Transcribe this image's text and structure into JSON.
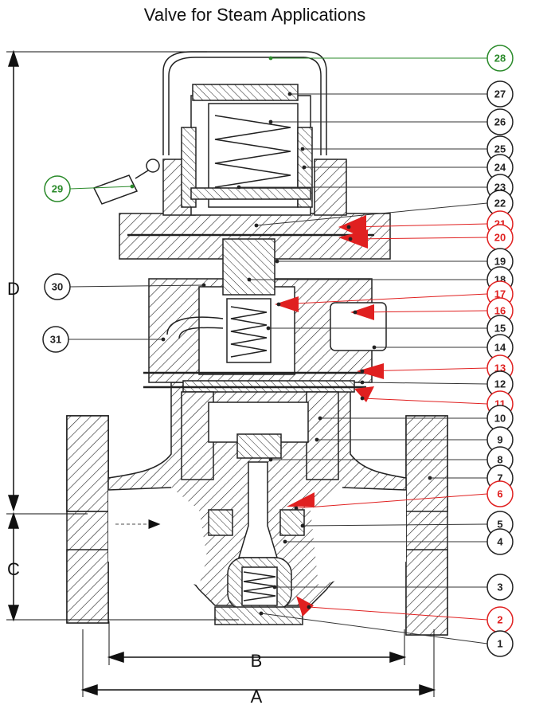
{
  "title": "Valve for Steam Applications",
  "dimensions": {
    "A": "A",
    "B": "B",
    "C": "C",
    "D": "D"
  },
  "colors": {
    "black": "#222222",
    "red": "#e02020",
    "green": "#2a8a2a"
  },
  "callouts_right": [
    {
      "label": "28",
      "color": "green"
    },
    {
      "label": "27",
      "color": "black"
    },
    {
      "label": "26",
      "color": "black"
    },
    {
      "label": "25",
      "color": "black"
    },
    {
      "label": "24",
      "color": "black"
    },
    {
      "label": "23",
      "color": "black"
    },
    {
      "label": "22",
      "color": "black"
    },
    {
      "label": "21",
      "color": "red"
    },
    {
      "label": "20",
      "color": "red"
    },
    {
      "label": "19",
      "color": "black"
    },
    {
      "label": "18",
      "color": "black"
    },
    {
      "label": "17",
      "color": "red"
    },
    {
      "label": "16",
      "color": "red"
    },
    {
      "label": "15",
      "color": "black"
    },
    {
      "label": "14",
      "color": "black"
    },
    {
      "label": "13",
      "color": "red"
    },
    {
      "label": "12",
      "color": "black"
    },
    {
      "label": "11",
      "color": "red"
    },
    {
      "label": "10",
      "color": "black"
    },
    {
      "label": "9",
      "color": "black"
    },
    {
      "label": "8",
      "color": "black"
    },
    {
      "label": "7",
      "color": "black"
    },
    {
      "label": "6",
      "color": "red"
    },
    {
      "label": "5",
      "color": "black"
    },
    {
      "label": "4",
      "color": "black"
    },
    {
      "label": "3",
      "color": "black"
    },
    {
      "label": "2",
      "color": "red"
    },
    {
      "label": "1",
      "color": "black"
    }
  ],
  "callouts_left": [
    {
      "label": "29",
      "color": "green"
    },
    {
      "label": "30",
      "color": "black"
    },
    {
      "label": "31",
      "color": "black"
    }
  ]
}
